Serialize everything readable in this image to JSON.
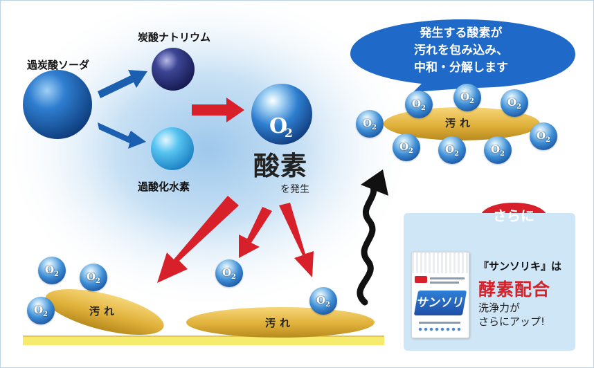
{
  "labels": {
    "sodium_percarbonate": "過炭酸ソーダ",
    "sodium_carbonate": "炭酸ナトリウム",
    "hydrogen_peroxide": "過酸化水素",
    "oxygen_main": "酸素",
    "oxygen_sub": "を発生",
    "o2_letter": "O",
    "o2_sub": "2",
    "stain": "汚れ"
  },
  "bubble": {
    "lines": [
      "発生する酸素が",
      "汚れを包み込み、",
      "中和・分解します"
    ]
  },
  "panel": {
    "badge": "さらに",
    "brand": "『サンソリキ』は",
    "enzyme": "酵素配合",
    "power_line1": "洗浄力が",
    "power_line2": "さらにアップ!"
  },
  "product": {
    "logo": "サンソリキ"
  },
  "colors": {
    "arrow_blue": "#1b5fb0",
    "arrow_red": "#d8202a",
    "stain_gold": "#e0b13a",
    "bubble_blue": "#1f69c8",
    "panel_bg": "#cfe6f6"
  }
}
